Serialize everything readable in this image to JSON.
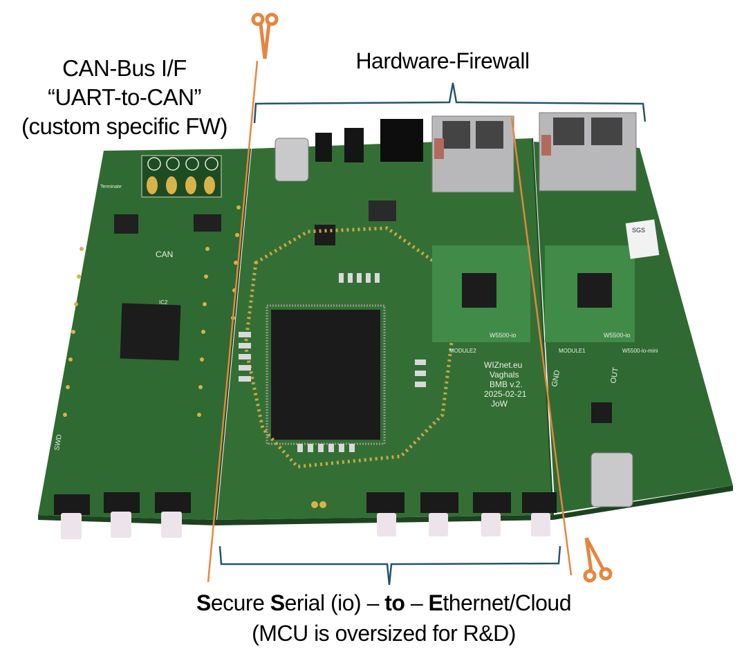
{
  "annotations": {
    "can_bus": {
      "line1": "CAN-Bus I/F",
      "line2": "“UART-to-CAN”",
      "line3": "(custom specific FW)"
    },
    "hardware_firewall": "Hardware-Firewall",
    "secure_serial": {
      "s1": "S",
      "w1": "ecure ",
      "s2": "S",
      "w2": "erial (io) – ",
      "to": "to",
      "w3": " – ",
      "e": "E",
      "w4": "thernet/Cloud",
      "line2": "(MCU is oversized for R&D)"
    }
  },
  "silkscreen": {
    "brand": "WIZnet.eu",
    "name": "Vaghals",
    "version": "BMB v.2.",
    "date": "2025-02-21",
    "author": "JoW",
    "can": "CAN",
    "ic2": "IC2",
    "module_a": "W5500-io",
    "module_b": "W5500-io",
    "module2": "MODULE2",
    "module1": "MODULE1",
    "mini": "W5500-io-mini",
    "gnd": "GND",
    "out": "OUT",
    "swd": "SWD",
    "terminate": "Terminate",
    "sgs": "SGS"
  },
  "colors": {
    "board": "#2f6b33",
    "cut_line": "#e6853f",
    "brace": "#23536e"
  }
}
